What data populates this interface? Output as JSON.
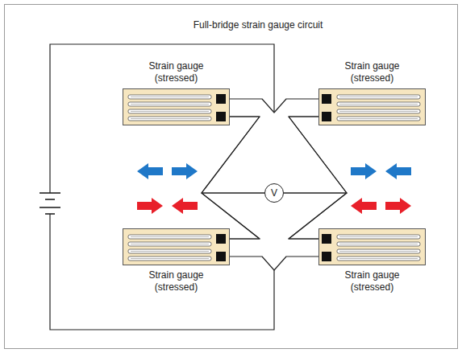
{
  "diagram": {
    "title": "Full-bridge strain gauge circuit",
    "nodes": [
      {
        "text": [
          "Strain gauge (stressed)"
        ]
      },
      {
        "text": [
          "Strain gauge (stressed)"
        ]
      },
      {
        "text": [
          "Strain gauge (stressed)"
        ]
      },
      {
        "text": [
          "Strain gauge (stressed)"
        ]
      },
      {
        "text": [
          "V"
        ]
      }
    ],
    "edges": [
      {
        "from": 0,
        "to": 1,
        "arrow": "none"
      },
      {
        "from": 0,
        "to": 2,
        "arrow": "none"
      },
      {
        "from": 1,
        "to": 3,
        "arrow": "none"
      },
      {
        "from": 2,
        "to": 3,
        "arrow": "none"
      },
      {
        "from": 4,
        "to": 0,
        "arrow": "none"
      },
      {
        "from": 4,
        "to": 2,
        "arrow": "none"
      },
      {
        "from": 4,
        "to": 1,
        "arrow": "none"
      },
      {
        "from": 4,
        "to": 3,
        "arrow": "none"
      }
    ]
  }
}
